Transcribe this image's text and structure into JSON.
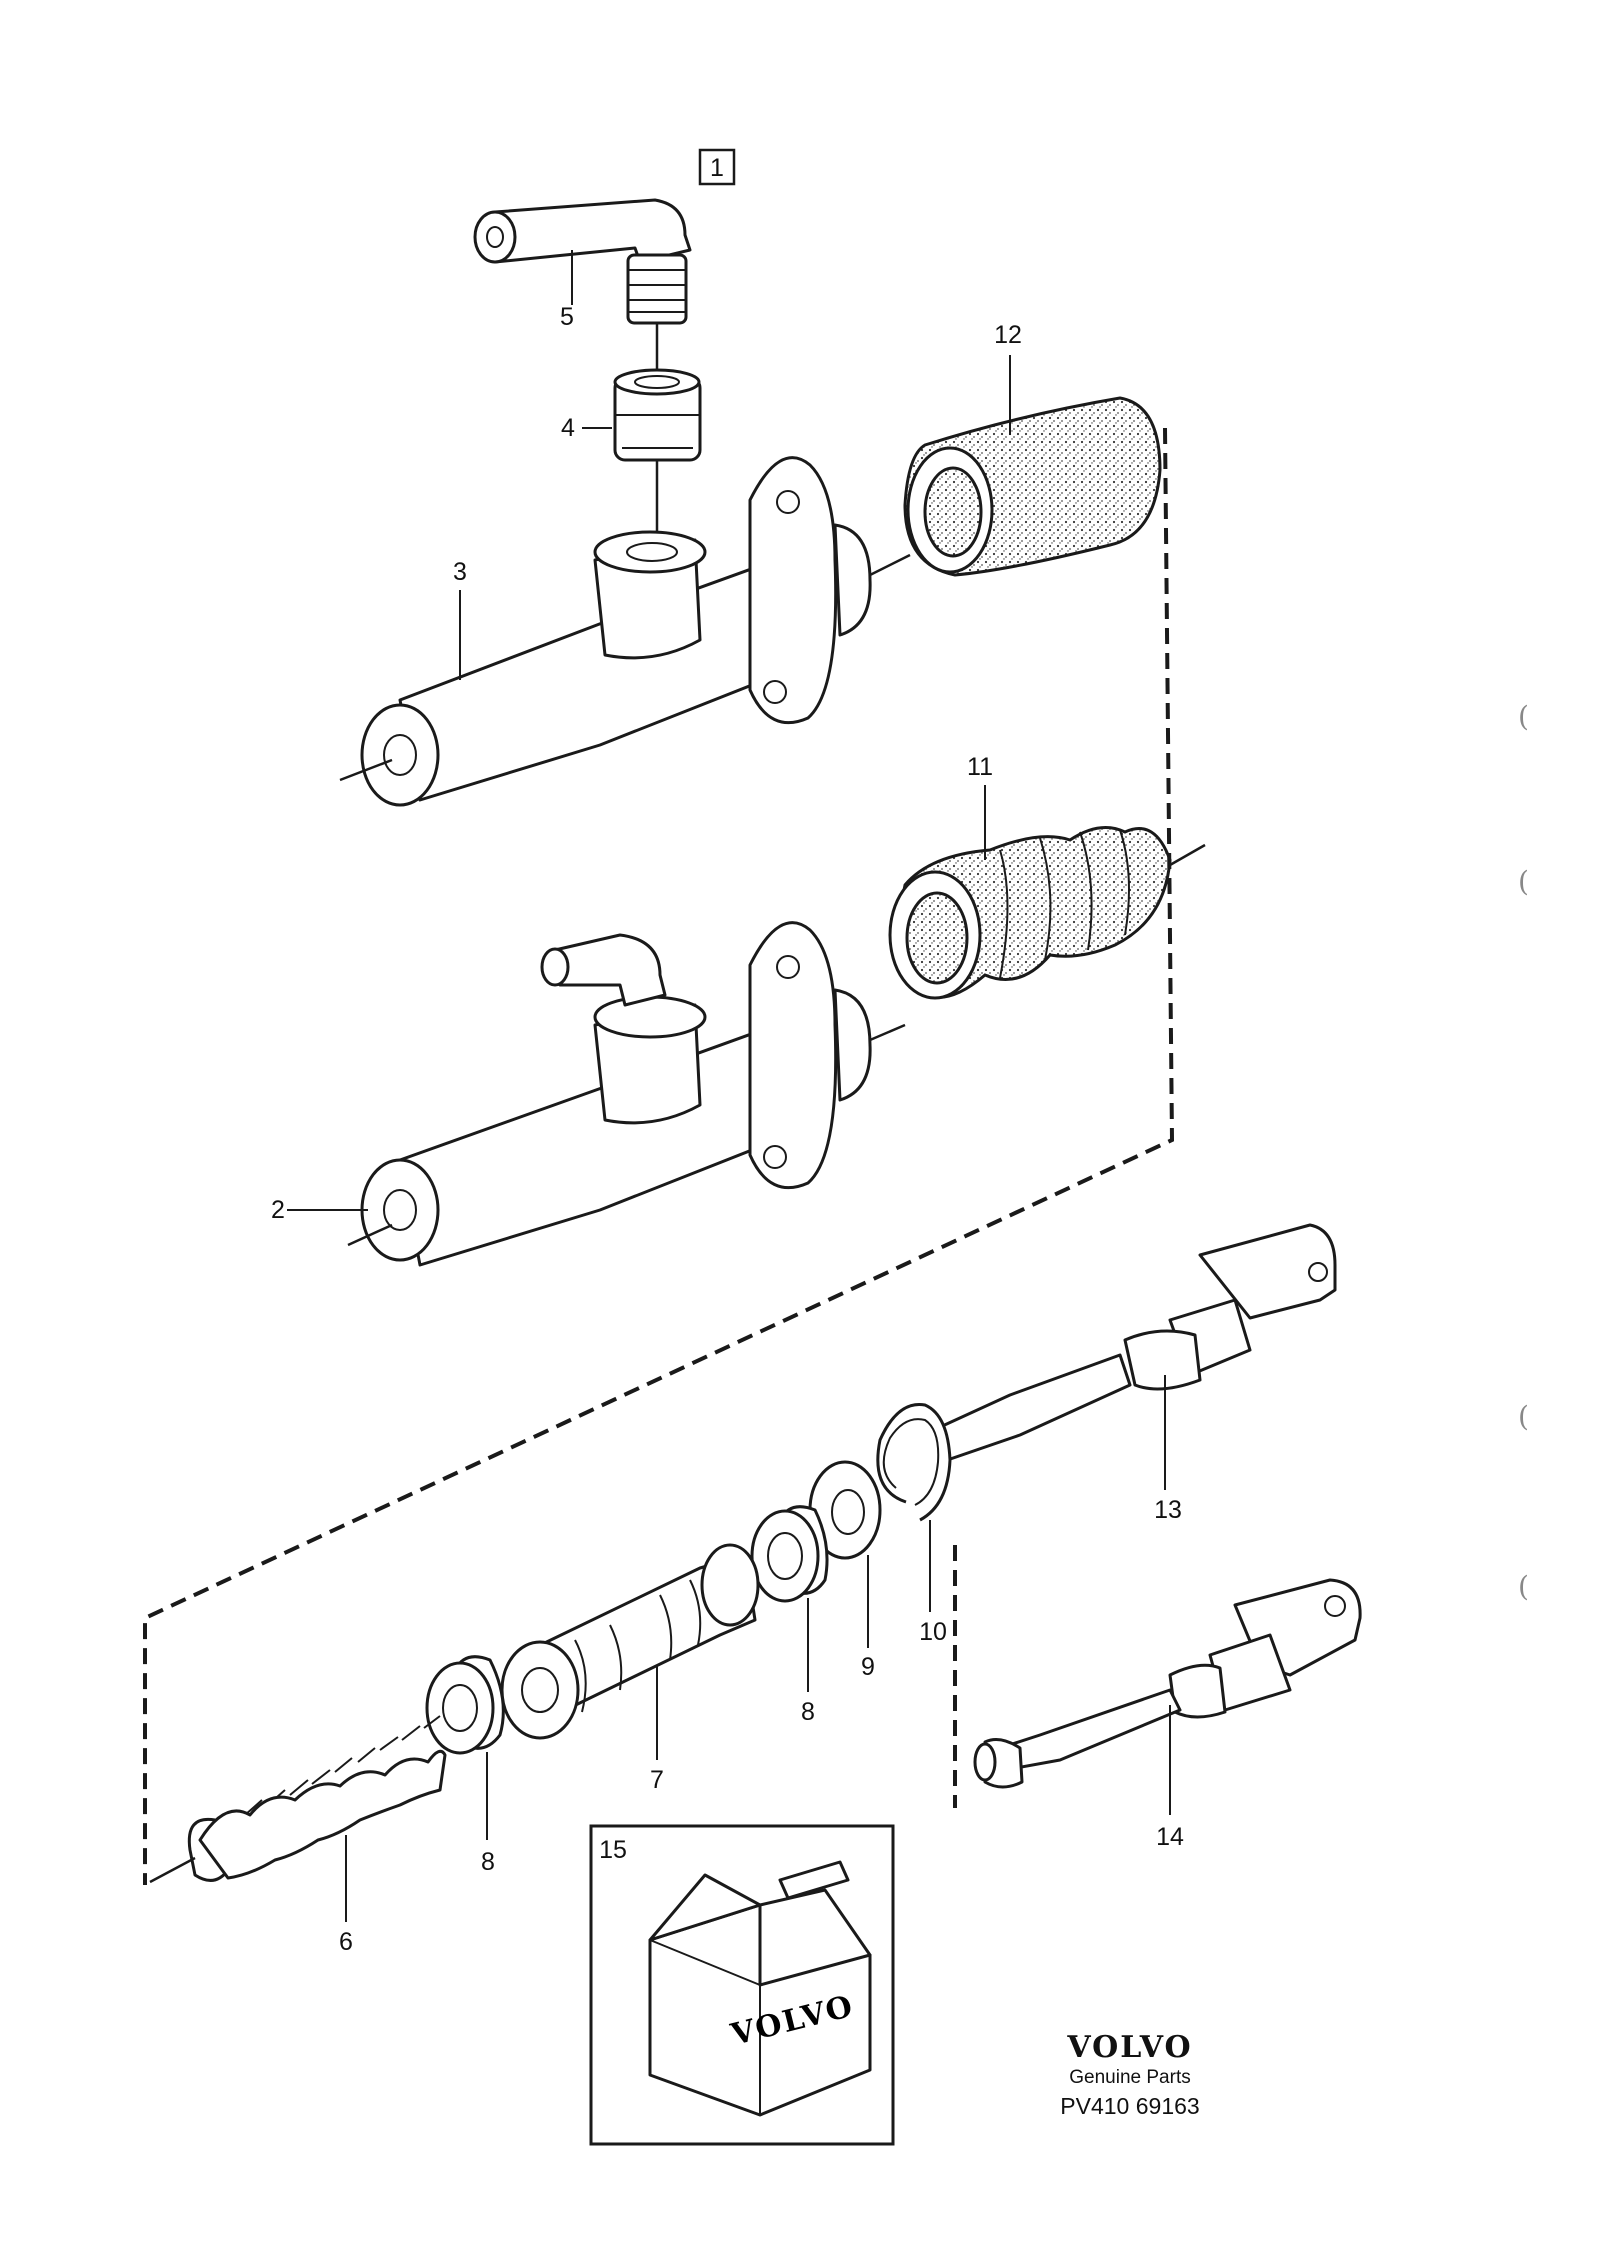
{
  "diagram": {
    "group_number": "1",
    "labels": [
      "5",
      "4",
      "12",
      "3",
      "11",
      "2",
      "13",
      "10",
      "9",
      "8",
      "7",
      "8",
      "6",
      "14",
      "15"
    ],
    "box_brand": "VOLVO"
  },
  "footer": {
    "brand": "VOLVO",
    "subtitle": "Genuine Parts",
    "code": "PV410 69163"
  },
  "margin_marks": [
    "(",
    "(",
    "(",
    "("
  ]
}
